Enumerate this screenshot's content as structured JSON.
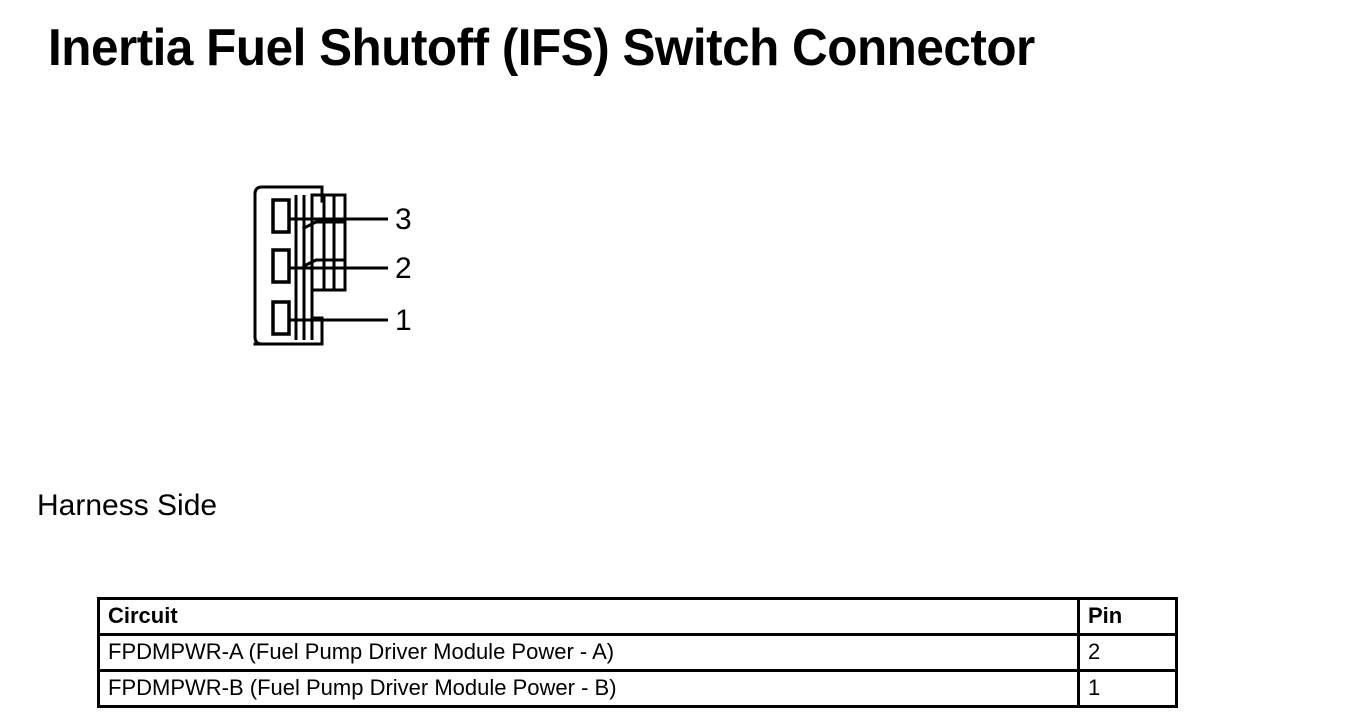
{
  "page": {
    "title": "Inertia Fuel Shutoff (IFS) Switch Connector",
    "background_color": "#ffffff",
    "line_color": "#000000"
  },
  "connector": {
    "view_caption": "Harness Side",
    "pin_count": 3,
    "pin_labels": [
      "3",
      "2",
      "1"
    ],
    "pin_label_order_top_to_bottom": [
      "3",
      "2",
      "1"
    ]
  },
  "pin_table": {
    "columns": [
      "Circuit",
      "Pin"
    ],
    "rows": [
      {
        "circuit": "FPDMPWR-A (Fuel Pump Driver Module Power - A)",
        "pin": "2"
      },
      {
        "circuit": "FPDMPWR-B (Fuel Pump Driver Module Power - B)",
        "pin": "1"
      }
    ]
  }
}
